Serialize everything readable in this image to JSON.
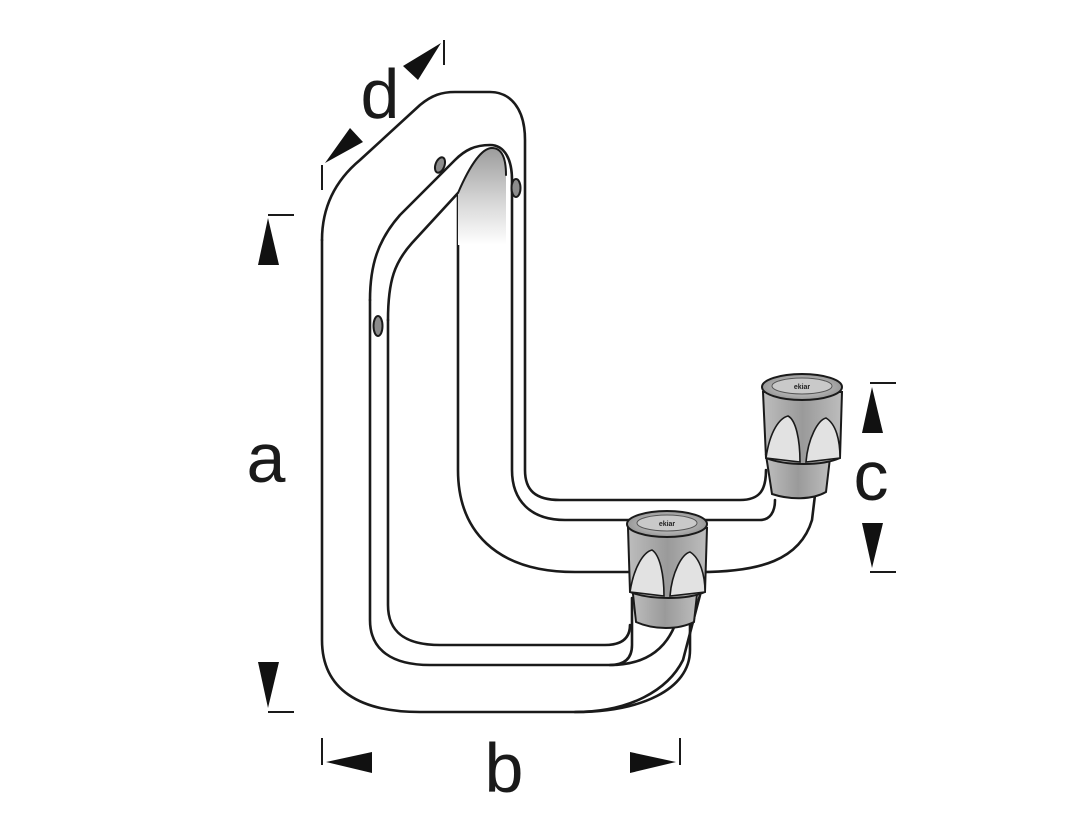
{
  "dimensions": {
    "a": "a",
    "b": "b",
    "c": "c",
    "d": "d"
  },
  "caps": {
    "logo_text": "ekiar"
  },
  "colors": {
    "line": "#1a1a1a",
    "cap_gray": "#a9a9a9",
    "cap_dark": "#6f6f6f",
    "cap_light": "#dcdcdc",
    "background": "#ffffff"
  }
}
